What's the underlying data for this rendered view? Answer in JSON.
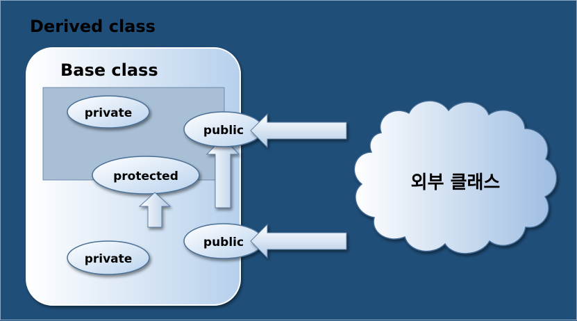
{
  "diagram": {
    "derived_label": "Derived class",
    "base_label": "Base class",
    "nodes": {
      "private_top": "private",
      "protected": "protected",
      "private_bottom": "private",
      "public_top": "public",
      "public_bottom": "public"
    },
    "external_label": "외부 클래스"
  },
  "colors": {
    "background": "#1f4e79",
    "base_fill_light": "#ffffff",
    "base_fill_dark": "#bcd4ee",
    "inner_box": "#a9bfd6",
    "text": "#000000"
  }
}
